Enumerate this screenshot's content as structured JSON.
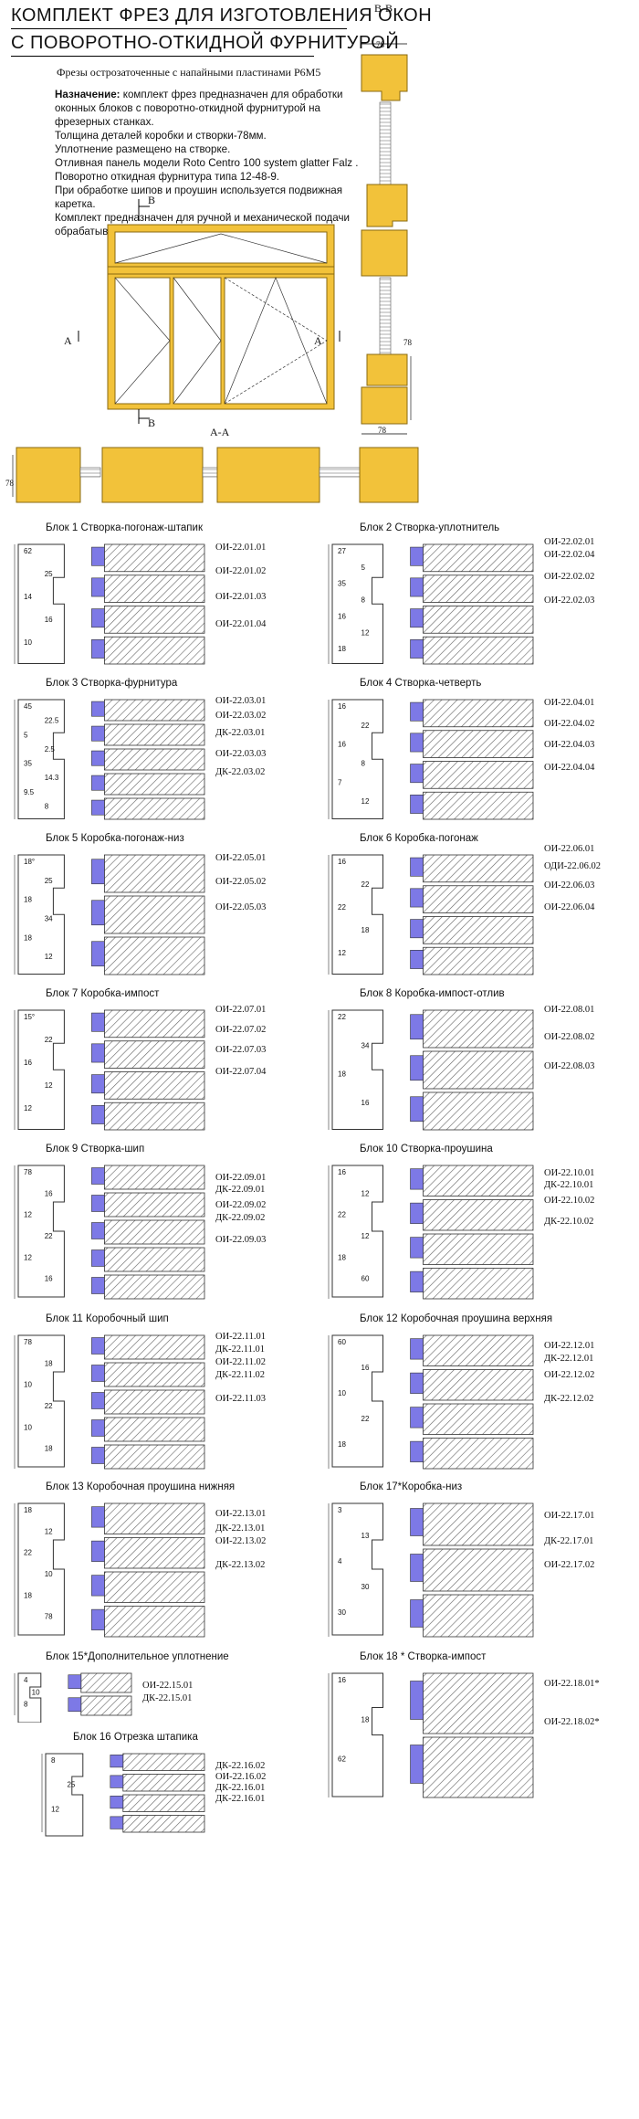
{
  "header": {
    "title_line1": "КОМПЛЕКТ ФРЕЗ ДЛЯ ИЗГОТОВЛЕНИЯ ОКОН",
    "title_line2": "С ПОВОРОТНО-ОТКИДНОЙ ФУРНИТУРОЙ",
    "subtitle": "Фрезы остро­заточенные с напайными пластинами Р6М5"
  },
  "description": {
    "label": "Назначение:",
    "lead": " комплект фрез предназначен для обработки оконных блоков с поворотно-откидной фурнитурой на фрезерных станках.",
    "lines": [
      "Толщина деталей коробки и створки-78мм.",
      "Уплотнение размещено на створке.",
      "Отливная панель модели Roto Centro 100 system glatter Falz .",
      "Поворотно откидная фурнитура типа 12-48-9.",
      "При обработке шипов и проушин используется подвижная каретка.",
      "Комплект предназначен для ручной и механической подачи обрабатываемой заготовки."
    ]
  },
  "section_labels": {
    "bb": "B-B",
    "aa": "A-A",
    "a_left": "A",
    "a_right": "A",
    "b_top": "B",
    "b_bottom": "B",
    "dim_78_top": "78",
    "dim_78_side": "78",
    "dim_78_bottom": "78",
    "dim_78_aa": "78"
  },
  "colors": {
    "wood": "#F2C23A",
    "wood_edge": "#B07E10",
    "cutter_blue": "#7D79E6",
    "hatch": "#555555"
  },
  "blocks": [
    {
      "title": "Блок 1  Створка-погонаж-штапик",
      "codes": [
        "ОИ-22.01.01",
        "ОИ-22.01.02",
        "ОИ-22.01.03",
        "ОИ-22.01.04"
      ],
      "dims": [
        "62",
        "25",
        "14",
        "16",
        "10"
      ]
    },
    {
      "title": "Блок 2  Створка-уплотнитель",
      "codes": [
        "ОИ-22.02.01",
        "ОИ-22.02.04",
        "ОИ-22.02.02",
        "ОИ-22.02.03"
      ],
      "dims": [
        "27",
        "5",
        "35",
        "8",
        "16",
        "12",
        "18"
      ]
    },
    {
      "title": "Блок 3  Створка-фурнитура",
      "codes": [
        "ОИ-22.03.01",
        "ОИ-22.03.02",
        "ДК-22.03.01",
        "ОИ-22.03.03",
        "ДК-22.03.02"
      ],
      "dims": [
        "45",
        "22.5",
        "5",
        "2.5",
        "35",
        "14.3",
        "9.5",
        "8"
      ]
    },
    {
      "title": "Блок 4  Створка-четверть",
      "codes": [
        "ОИ-22.04.01",
        "ОИ-22.04.02",
        "ОИ-22.04.03",
        "ОИ-22.04.04"
      ],
      "dims": [
        "16",
        "22",
        "16",
        "8",
        "7",
        "12"
      ]
    },
    {
      "title": "Блок 5  Коробка-погонаж-низ",
      "codes": [
        "ОИ-22.05.01",
        "ОИ-22.05.02",
        "ОИ-22.05.03"
      ],
      "dims": [
        "18°",
        "25",
        "18",
        "34",
        "18",
        "12"
      ]
    },
    {
      "title": "Блок 6  Коробка-погонаж",
      "codes": [
        "ОИ-22.06.01",
        "ОДИ-22.06.02",
        "ОИ-22.06.03",
        "ОИ-22.06.04"
      ],
      "dims": [
        "16",
        "22",
        "22",
        "18",
        "12"
      ]
    },
    {
      "title": "Блок 7  Коробка-импост",
      "codes": [
        "ОИ-22.07.01",
        "ОИ-22.07.02",
        "ОИ-22.07.03",
        "ОИ-22.07.04"
      ],
      "dims": [
        "15°",
        "22",
        "16",
        "12",
        "12"
      ]
    },
    {
      "title": "Блок 8  Коробка-импост-отлив",
      "codes": [
        "ОИ-22.08.01",
        "ОИ-22.08.02",
        "ОИ-22.08.03"
      ],
      "dims": [
        "22",
        "34",
        "18",
        "16"
      ]
    },
    {
      "title": "Блок 9  Створка-шип",
      "codes": [
        "ОИ-22.09.01",
        "ДК-22.09.01",
        "ОИ-22.09.02",
        "ДК-22.09.02",
        "ОИ-22.09.03"
      ],
      "dims": [
        "78",
        "16",
        "12",
        "22",
        "12",
        "16"
      ]
    },
    {
      "title": "Блок 10  Створка-проушина",
      "codes": [
        "ОИ-22.10.01",
        "ДК-22.10.01",
        "ОИ-22.10.02",
        "ДК-22.10.02"
      ],
      "dims": [
        "16",
        "12",
        "22",
        "12",
        "18",
        "60"
      ]
    },
    {
      "title": "Блок 11  Коробочный шип",
      "codes": [
        "ОИ-22.11.01",
        "ДК-22.11.01",
        "ОИ-22.11.02",
        "ДК-22.11.02",
        "ОИ-22.11.03"
      ],
      "dims": [
        "78",
        "18",
        "10",
        "22",
        "10",
        "18"
      ]
    },
    {
      "title": "Блок 12  Коробочная проушина верхняя",
      "codes": [
        "ОИ-22.12.01",
        "ДК-22.12.01",
        "ОИ-22.12.02",
        "ДК-22.12.02"
      ],
      "dims": [
        "60",
        "16",
        "10",
        "22",
        "18"
      ]
    },
    {
      "title": "Блок 13  Коробочная проушина нижняя",
      "codes": [
        "ОИ-22.13.01",
        "ДК-22.13.01",
        "ОИ-22.13.02",
        "ДК-22.13.02"
      ],
      "dims": [
        "18",
        "12",
        "22",
        "10",
        "18",
        "78"
      ]
    },
    {
      "title": "Блок 17*Коробка-низ",
      "codes": [
        "ОИ-22.17.01",
        "ДК-22.17.01",
        "ОИ-22.17.02"
      ],
      "dims": [
        "3",
        "13",
        "4",
        "30",
        "30"
      ]
    },
    {
      "title": "Блок 15*Дополнительное уплотнение",
      "codes": [
        "ОИ-22.15.01",
        "ДК-22.15.01"
      ],
      "dims": [
        "4",
        "10",
        "8"
      ]
    },
    {
      "title": "Блок 18 * Створка-импост",
      "codes": [
        "ОИ-22.18.01*",
        "ОИ-22.18.02*"
      ],
      "dims": [
        "16",
        "18",
        "62"
      ]
    },
    {
      "title": "Блок 16  Отрезка штапика",
      "codes": [
        "ДК-22.16.02",
        "ОИ-22.16.02",
        "ДК-22.16.01",
        "ДК-22.16.01"
      ],
      "dims": [
        "8",
        "25",
        "12"
      ]
    }
  ]
}
